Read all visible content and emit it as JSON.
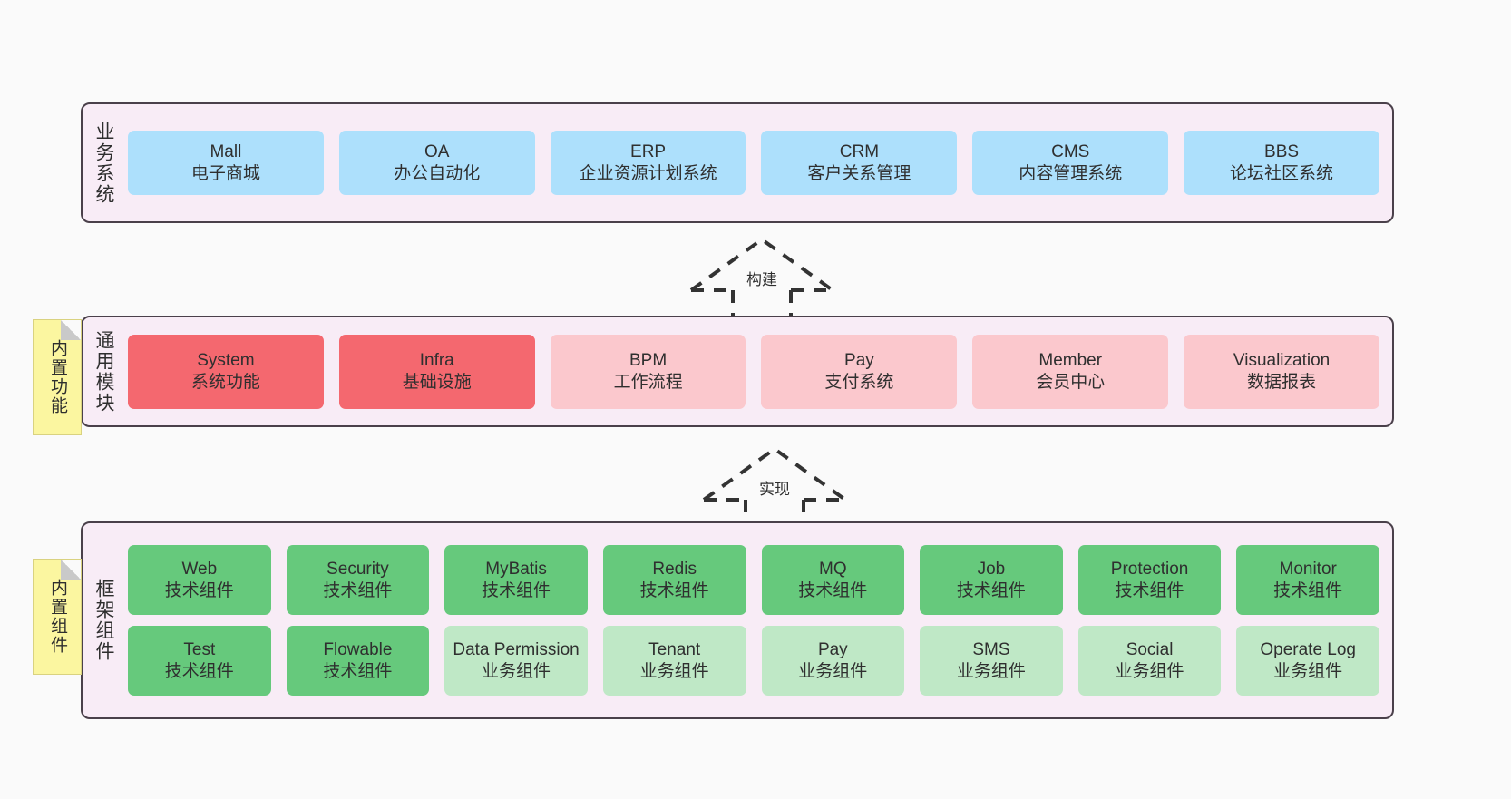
{
  "diagram": {
    "background": "#fafafa",
    "colors": {
      "container_fill": "#f8ecf6",
      "container_border": "#4a404a",
      "blue": "#ade0fc",
      "red": "#f4686f",
      "pink": "#fbc8cd",
      "green": "#66c97c",
      "green_light": "#bfe8c6",
      "sticky_yellow": "#fbf6a0"
    }
  },
  "layers": [
    {
      "id": "business-system",
      "title": "业务系统",
      "rows": [
        {
          "cells": [
            {
              "en": "Mall",
              "cn": "电子商城",
              "color": "blue"
            },
            {
              "en": "OA",
              "cn": "办公自动化",
              "color": "blue"
            },
            {
              "en": "ERP",
              "cn": "企业资源计划系统",
              "color": "blue"
            },
            {
              "en": "CRM",
              "cn": "客户关系管理",
              "color": "blue"
            },
            {
              "en": "CMS",
              "cn": "内容管理系统",
              "color": "blue"
            },
            {
              "en": "BBS",
              "cn": "论坛社区系统",
              "color": "blue"
            }
          ]
        }
      ]
    },
    {
      "id": "common-module",
      "title": "通用模块",
      "rows": [
        {
          "cells": [
            {
              "en": "System",
              "cn": "系统功能",
              "color": "red"
            },
            {
              "en": "Infra",
              "cn": "基础设施",
              "color": "red"
            },
            {
              "en": "BPM",
              "cn": "工作流程",
              "color": "pink"
            },
            {
              "en": "Pay",
              "cn": "支付系统",
              "color": "pink"
            },
            {
              "en": "Member",
              "cn": "会员中心",
              "color": "pink"
            },
            {
              "en": "Visualization",
              "cn": "数据报表",
              "color": "pink"
            }
          ]
        }
      ]
    },
    {
      "id": "framework-component",
      "title": "框架组件",
      "rows": [
        {
          "cells": [
            {
              "en": "Web",
              "cn": "技术组件",
              "color": "green"
            },
            {
              "en": "Security",
              "cn": "技术组件",
              "color": "green"
            },
            {
              "en": "MyBatis",
              "cn": "技术组件",
              "color": "green"
            },
            {
              "en": "Redis",
              "cn": "技术组件",
              "color": "green"
            },
            {
              "en": "MQ",
              "cn": "技术组件",
              "color": "green"
            },
            {
              "en": "Job",
              "cn": "技术组件",
              "color": "green"
            },
            {
              "en": "Protection",
              "cn": "技术组件",
              "color": "green"
            },
            {
              "en": "Monitor",
              "cn": "技术组件",
              "color": "green"
            }
          ]
        },
        {
          "cells": [
            {
              "en": "Test",
              "cn": "技术组件",
              "color": "green"
            },
            {
              "en": "Flowable",
              "cn": "技术组件",
              "color": "green"
            },
            {
              "en": "Data Permission",
              "cn": "业务组件",
              "color": "green_light"
            },
            {
              "en": "Tenant",
              "cn": "业务组件",
              "color": "green_light"
            },
            {
              "en": "Pay",
              "cn": "业务组件",
              "color": "green_light"
            },
            {
              "en": "SMS",
              "cn": "业务组件",
              "color": "green_light"
            },
            {
              "en": "Social",
              "cn": "业务组件",
              "color": "green_light"
            },
            {
              "en": "Operate Log",
              "cn": "业务组件",
              "color": "green_light"
            }
          ]
        }
      ]
    }
  ],
  "sticky_notes": [
    {
      "id": "builtin-function",
      "label": "内置功能"
    },
    {
      "id": "builtin-component",
      "label": "内置组件"
    }
  ],
  "arrows": [
    {
      "id": "build",
      "label": "构建",
      "style": "dashed-hollow-up"
    },
    {
      "id": "implement",
      "label": "实现",
      "style": "dashed-hollow-up"
    }
  ]
}
